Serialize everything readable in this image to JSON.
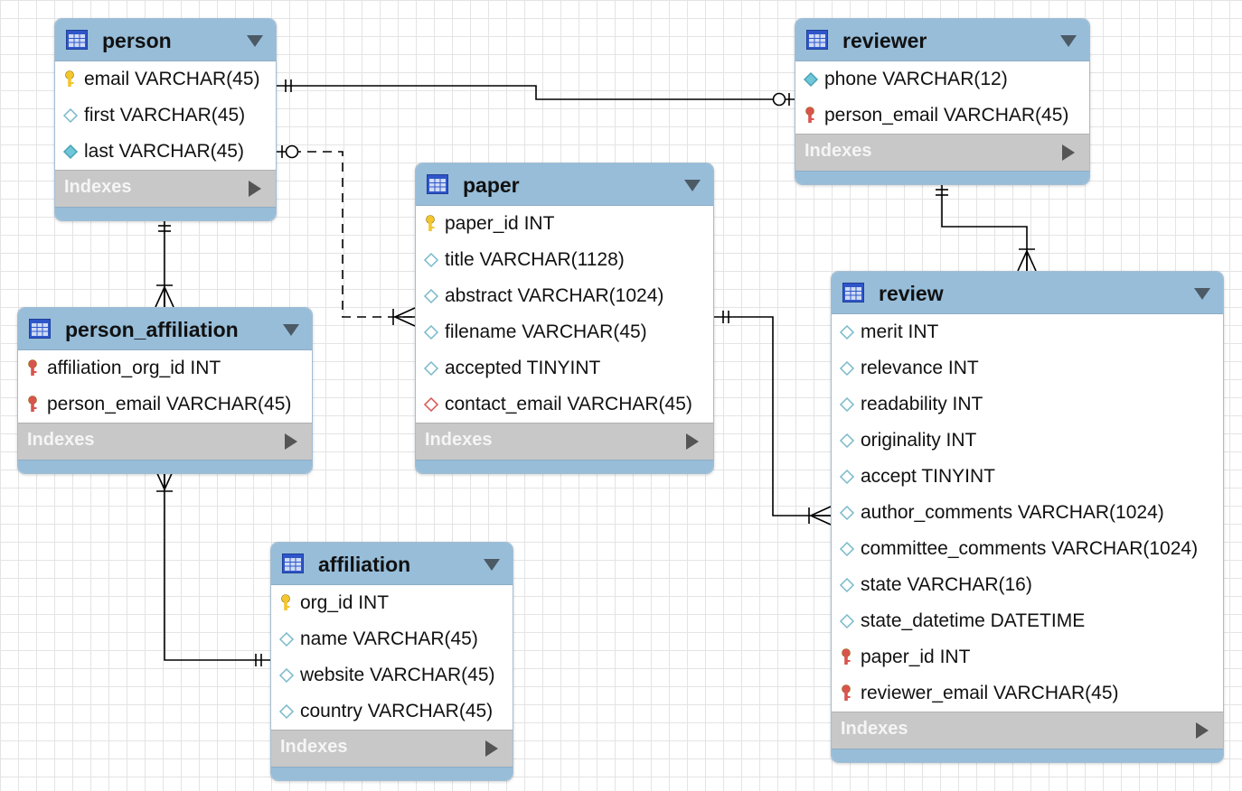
{
  "diagram": {
    "tables": [
      {
        "id": "person",
        "name": "person",
        "columns": [
          {
            "text": "email VARCHAR(45)",
            "icon": "primary-key-icon"
          },
          {
            "text": "first VARCHAR(45)",
            "icon": "column-icon"
          },
          {
            "text": "last VARCHAR(45)",
            "icon": "indexed-column-icon"
          }
        ],
        "indexes_label": "Indexes"
      },
      {
        "id": "reviewer",
        "name": "reviewer",
        "columns": [
          {
            "text": "phone VARCHAR(12)",
            "icon": "indexed-column-icon"
          },
          {
            "text": "person_email VARCHAR(45)",
            "icon": "foreign-key-icon"
          }
        ],
        "indexes_label": "Indexes"
      },
      {
        "id": "paper",
        "name": "paper",
        "columns": [
          {
            "text": "paper_id INT",
            "icon": "primary-key-icon"
          },
          {
            "text": "title VARCHAR(1128)",
            "icon": "column-icon"
          },
          {
            "text": "abstract VARCHAR(1024)",
            "icon": "column-icon"
          },
          {
            "text": "filename VARCHAR(45)",
            "icon": "column-icon"
          },
          {
            "text": "accepted TINYINT",
            "icon": "column-icon"
          },
          {
            "text": "contact_email VARCHAR(45)",
            "icon": "foreign-column-icon"
          }
        ],
        "indexes_label": "Indexes"
      },
      {
        "id": "person_affiliation",
        "name": "person_affiliation",
        "columns": [
          {
            "text": "affiliation_org_id INT",
            "icon": "foreign-key-icon"
          },
          {
            "text": "person_email VARCHAR(45)",
            "icon": "foreign-key-icon"
          }
        ],
        "indexes_label": "Indexes"
      },
      {
        "id": "review",
        "name": "review",
        "columns": [
          {
            "text": "merit INT",
            "icon": "column-icon"
          },
          {
            "text": "relevance INT",
            "icon": "column-icon"
          },
          {
            "text": "readability INT",
            "icon": "column-icon"
          },
          {
            "text": "originality INT",
            "icon": "column-icon"
          },
          {
            "text": "accept TINYINT",
            "icon": "column-icon"
          },
          {
            "text": "author_comments VARCHAR(1024)",
            "icon": "column-icon"
          },
          {
            "text": "committee_comments VARCHAR(1024)",
            "icon": "column-icon"
          },
          {
            "text": "state VARCHAR(16)",
            "icon": "column-icon"
          },
          {
            "text": "state_datetime DATETIME",
            "icon": "column-icon"
          },
          {
            "text": "paper_id INT",
            "icon": "foreign-key-icon"
          },
          {
            "text": "reviewer_email VARCHAR(45)",
            "icon": "foreign-key-icon"
          }
        ],
        "indexes_label": "Indexes"
      },
      {
        "id": "affiliation",
        "name": "affiliation",
        "columns": [
          {
            "text": "org_id INT",
            "icon": "primary-key-icon"
          },
          {
            "text": "name VARCHAR(45)",
            "icon": "column-icon"
          },
          {
            "text": "website VARCHAR(45)",
            "icon": "column-icon"
          },
          {
            "text": "country VARCHAR(45)",
            "icon": "column-icon"
          }
        ],
        "indexes_label": "Indexes"
      }
    ],
    "relationships": [
      {
        "from": "person",
        "to": "reviewer",
        "from_card": "one",
        "to_card": "zero-or-one",
        "identifying": true
      },
      {
        "from": "person",
        "to": "paper",
        "from_card": "zero-or-one",
        "to_card": "many",
        "identifying": false
      },
      {
        "from": "person",
        "to": "person_affiliation",
        "from_card": "one",
        "to_card": "many",
        "identifying": true
      },
      {
        "from": "reviewer",
        "to": "review",
        "from_card": "one",
        "to_card": "many",
        "identifying": true
      },
      {
        "from": "paper",
        "to": "review",
        "from_card": "one",
        "to_card": "many",
        "identifying": true
      },
      {
        "from": "affiliation",
        "to": "person_affiliation",
        "from_card": "one",
        "to_card": "many",
        "identifying": true
      }
    ],
    "colors": {
      "header": "#97bdd9",
      "indexes_bar": "#c8c8c8",
      "primary_key": "#f2c62e",
      "foreign_key": "#d9534f",
      "column_marker": "#6fc7d9",
      "line": "#000000"
    }
  }
}
